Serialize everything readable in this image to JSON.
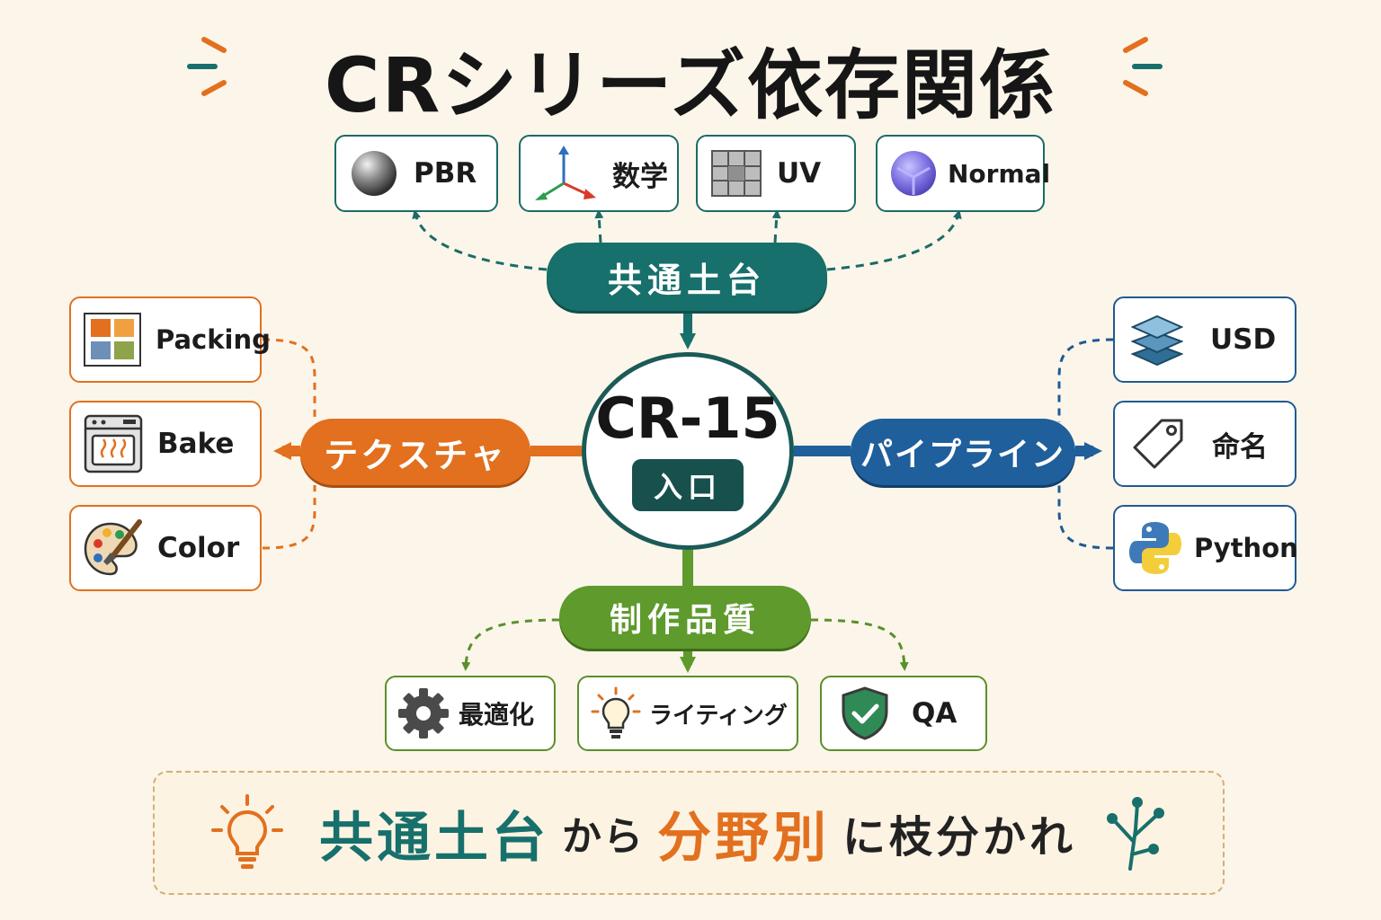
{
  "title": "CRシリーズ依存関係",
  "center": {
    "name": "CR-15",
    "sub": "入口"
  },
  "hubs": {
    "common": "共通土台",
    "texture": "テクスチャ",
    "pipeline": "パイプライン",
    "quality": "制作品質"
  },
  "common_items": [
    "PBR",
    "数学",
    "UV",
    "Normal"
  ],
  "texture_items": [
    "Packing",
    "Bake",
    "Color"
  ],
  "pipeline_items": [
    "USD",
    "命名",
    "Python"
  ],
  "quality_items": [
    "最適化",
    "ライティング",
    "QA"
  ],
  "banner": {
    "part1": "共通土台",
    "part2": "から",
    "part3": "分野別",
    "part4": "に枝分かれ"
  },
  "colors": {
    "teal": "#17706b",
    "orange": "#e2701e",
    "blue": "#1f5f9c",
    "green": "#5e9a2c"
  },
  "icons": {
    "pbr": "sphere-icon",
    "math": "axes-icon",
    "uv": "grid-icon",
    "normal": "normal-map-icon",
    "packing": "channels-icon",
    "bake": "oven-icon",
    "color": "palette-icon",
    "usd": "layers-icon",
    "naming": "tag-icon",
    "python": "python-icon",
    "optimize": "gear-icon",
    "lighting": "lightbulb-icon",
    "qa": "shield-check-icon",
    "banner_left": "lightbulb-icon",
    "banner_right": "branch-icon"
  }
}
